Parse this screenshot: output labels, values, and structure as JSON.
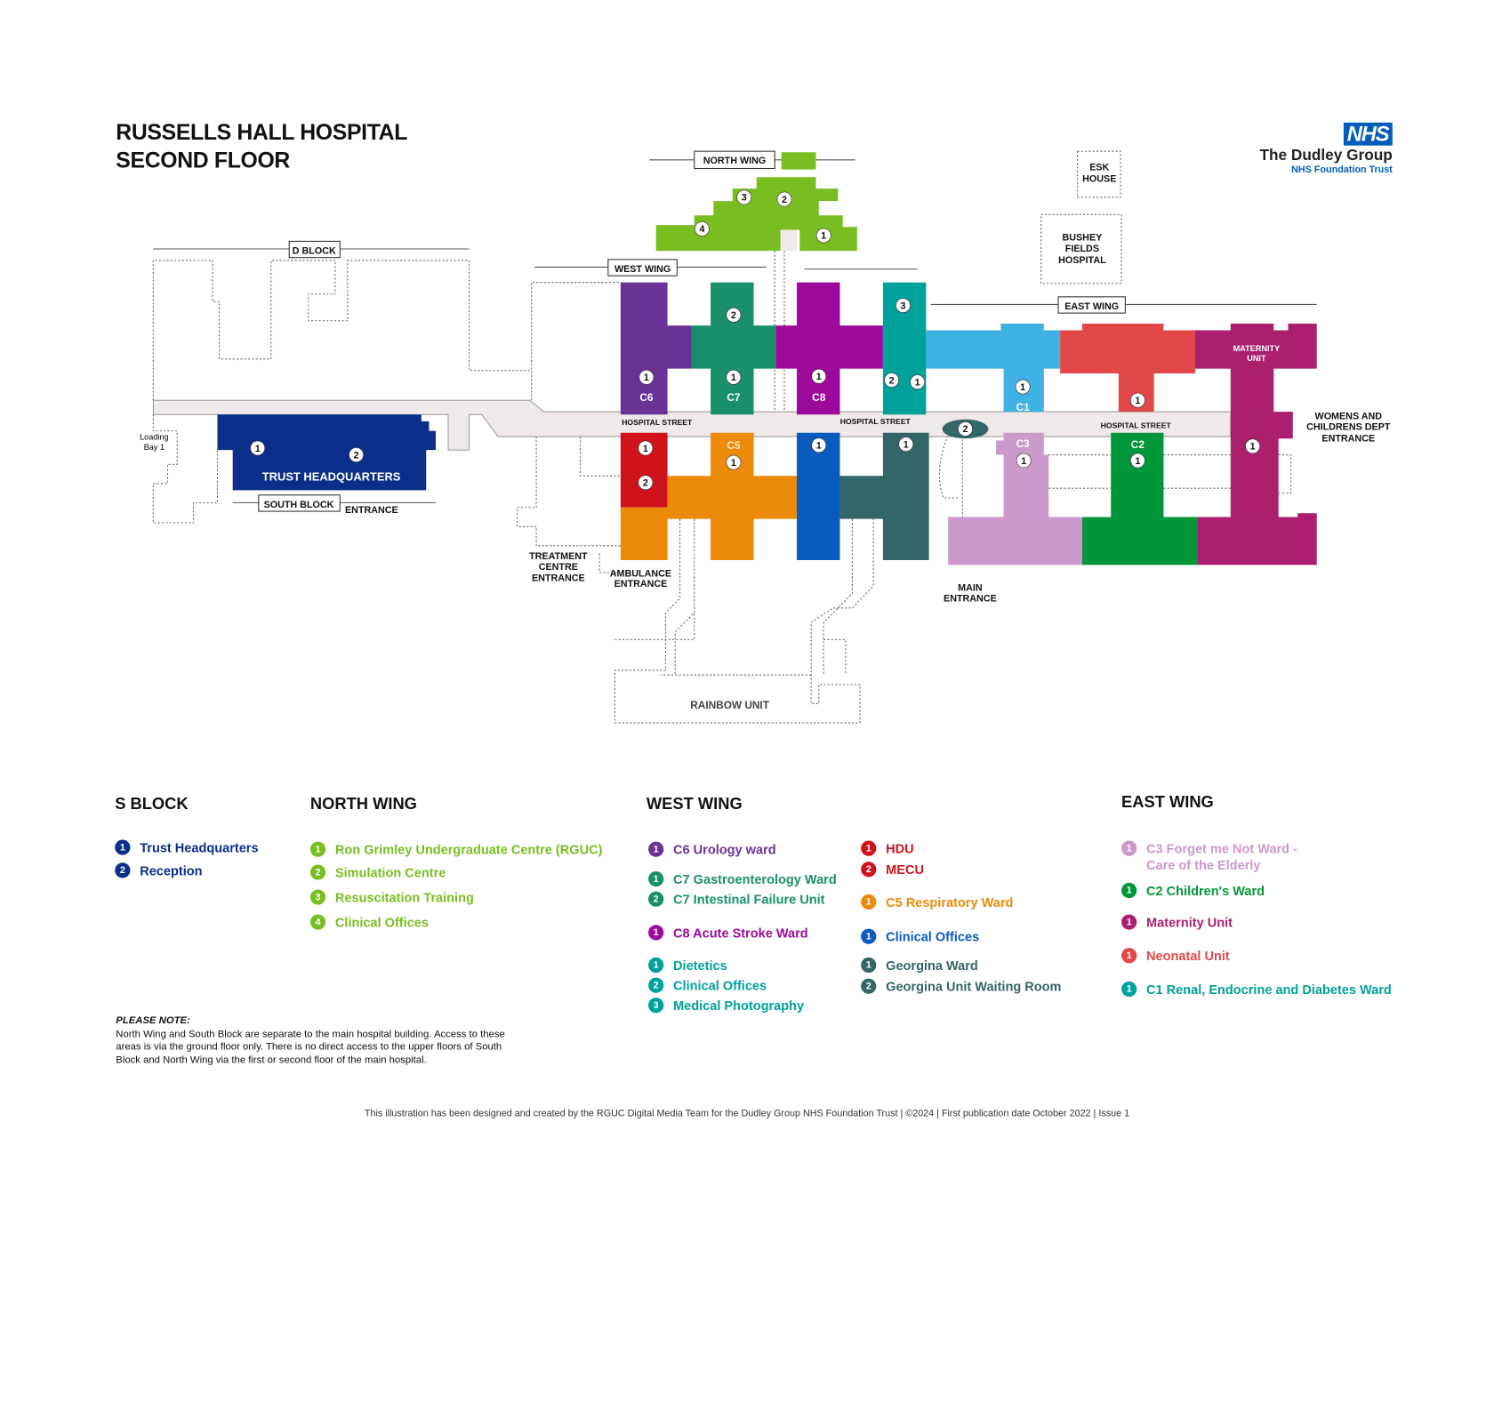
{
  "header": {
    "title_line1": "RUSSELLS HALL HOSPITAL",
    "title_line2": "SECOND FLOOR"
  },
  "logo": {
    "nhs": "NHS",
    "org": "The Dudley Group",
    "sub": "NHS Foundation Trust"
  },
  "map": {
    "north_wing": "NORTH WING",
    "d_block": "D BLOCK",
    "west_wing": "WEST WING",
    "east_wing": "EAST WING",
    "south_block": "SOUTH BLOCK",
    "esk_house": [
      "ESK",
      "HOUSE"
    ],
    "bushey": [
      "BUSHEY",
      "FIELDS",
      "HOSPITAL"
    ],
    "loading_bay": [
      "Loading",
      "Bay 1"
    ],
    "trust_hq": "TRUST HEADQUARTERS",
    "entrance": "ENTRANCE",
    "hospital_street": "HOSPITAL STREET",
    "c6": "C6",
    "c7": "C7",
    "c8": "C8",
    "c5": "C5",
    "c1": "C1",
    "c3": "C3",
    "c2": "C2",
    "maternity": [
      "MATERNITY",
      "UNIT"
    ],
    "treatment": [
      "TREATMENT",
      "CENTRE",
      "ENTRANCE"
    ],
    "ambulance": [
      "AMBULANCE",
      "ENTRANCE"
    ],
    "main_entrance": [
      "MAIN",
      "ENTRANCE"
    ],
    "womens": [
      "WOMENS AND",
      "CHILDRENS DEPT",
      "ENTRANCE"
    ],
    "rainbow": "RAINBOW UNIT",
    "badges": [
      "1",
      "2",
      "3",
      "2",
      "4",
      "1",
      "1",
      "2",
      "1",
      "1",
      "1",
      "3",
      "2",
      "1",
      "1",
      "1",
      "1",
      "1",
      "1",
      "2",
      "1",
      "2",
      "1",
      "1",
      "1",
      "1",
      "1"
    ]
  },
  "legend": [
    {
      "heading": "S BLOCK",
      "items": [
        {
          "n": "1",
          "label": "Trust Headquarters",
          "color": "#0b2f8a"
        },
        {
          "n": "2",
          "label": "Reception",
          "color": "#0b2f8a"
        }
      ]
    },
    {
      "heading": "NORTH WING",
      "items": [
        {
          "n": "1",
          "label": "Ron Grimley Undergraduate Centre (RGUC)",
          "color": "#78be20"
        },
        {
          "n": "2",
          "label": "Simulation Centre",
          "color": "#78be20"
        },
        {
          "n": "3",
          "label": "Resuscitation Training",
          "color": "#78be20"
        },
        {
          "n": "4",
          "label": "Clinical Offices",
          "color": "#78be20"
        }
      ]
    },
    {
      "heading": "WEST WING",
      "items": [
        {
          "n": "1",
          "label": "C6 Urology ward",
          "color": "#6a3295"
        },
        {
          "n": "1",
          "label": "C7 Gastroenterology Ward",
          "color": "#19906b"
        },
        {
          "n": "2",
          "label": "C7 Intestinal Failure Unit",
          "color": "#19906b"
        },
        {
          "n": "1",
          "label": "C8 Acute Stroke Ward",
          "color": "#9b0a9b"
        },
        {
          "n": "1",
          "label": "Dietetics",
          "color": "#00a19a"
        },
        {
          "n": "2",
          "label": "Clinical Offices",
          "color": "#00a19a"
        },
        {
          "n": "3",
          "label": "Medical Photography",
          "color": "#00a19a"
        },
        {
          "n": "1",
          "label": "HDU",
          "color": "#d0131a"
        },
        {
          "n": "2",
          "label": "MECU",
          "color": "#d0131a"
        },
        {
          "n": "1",
          "label": "C5 Respiratory Ward",
          "color": "#ec8b0a"
        },
        {
          "n": "1",
          "label": "Clinical Offices",
          "color": "#0a5bbf"
        },
        {
          "n": "1",
          "label": "Georgina Ward",
          "color": "#336666"
        },
        {
          "n": "2",
          "label": "Georgina Unit Waiting Room",
          "color": "#336666"
        }
      ]
    },
    {
      "heading": "EAST WING",
      "items": [
        {
          "n": "1",
          "label": "C3 Forget me Not Ward - Care of the Elderly",
          "color": "#cc99cc"
        },
        {
          "n": "1",
          "label": "C2 Children's Ward",
          "color": "#009639"
        },
        {
          "n": "1",
          "label": "Maternity Unit",
          "color": "#ab1f6e"
        },
        {
          "n": "1",
          "label": "Neonatal Unit",
          "color": "#e34848"
        },
        {
          "n": "1",
          "label": "C1 Renal, Endocrine and Diabetes Ward",
          "color": "#00a19a"
        }
      ]
    }
  ],
  "note": {
    "heading": "PLEASE NOTE:",
    "text": "North Wing and South Block are separate to the main hospital building. Access to these areas is via the ground floor only. There is no direct access to the upper floors of South Block and North Wing via the first or second floor of the main hospital."
  },
  "footer": "This illustration has been designed and created by the RGUC Digital Media Team for the Dudley Group NHS Foundation Trust | ©2024 | First publication date October 2022 | Issue 1"
}
